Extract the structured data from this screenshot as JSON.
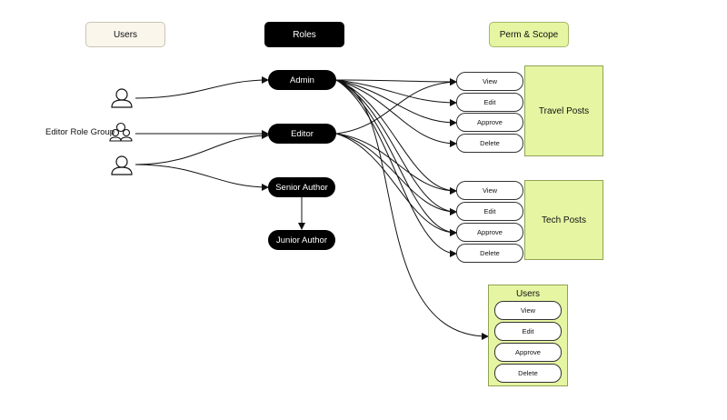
{
  "headers": {
    "users": "Users",
    "roles": "Roles",
    "perm_scope": "Perm & Scope"
  },
  "roles": {
    "admin": "Admin",
    "editor": "Editor",
    "senior_author": "Senior Author",
    "junior_author": "Junior Author"
  },
  "users_column": {
    "group_label": "Editor Role Group"
  },
  "scopes": {
    "travel_posts": {
      "title": "Travel Posts",
      "perms": [
        "View",
        "Edit",
        "Approve",
        "Delete"
      ]
    },
    "tech_posts": {
      "title": "Tech Posts",
      "perms": [
        "View",
        "Edit",
        "Approve",
        "Delete"
      ]
    },
    "users": {
      "title": "Users",
      "perms": [
        "View",
        "Edit",
        "Approve",
        "Delete"
      ]
    }
  },
  "icons": {
    "user": "user-icon",
    "group": "user-group-icon"
  },
  "colors": {
    "header_users_bg": "#faf6ec",
    "role_bg": "#000000",
    "scope_bg": "#e5f5a2",
    "edge": "#111111"
  }
}
